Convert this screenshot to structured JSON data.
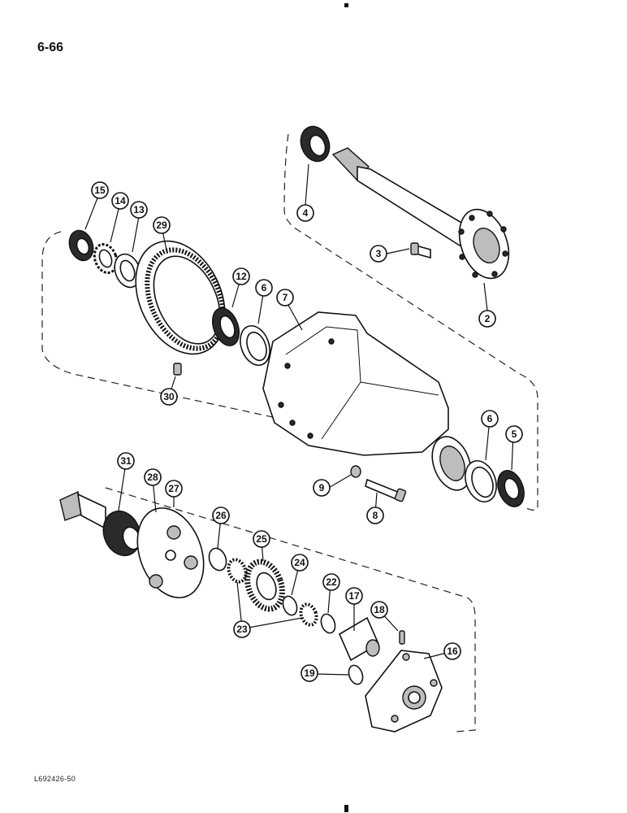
{
  "page": {
    "number": "6-66",
    "figure_code": "L692426-50"
  },
  "callouts": [
    "2",
    "3",
    "4",
    "5",
    "6",
    "6",
    "7",
    "8",
    "9",
    "12",
    "13",
    "14",
    "15",
    "16",
    "17",
    "18",
    "19",
    "22",
    "23",
    "24",
    "25",
    "26",
    "27",
    "28",
    "29",
    "30",
    "31"
  ],
  "colors": {
    "ink": "#111111",
    "paper": "#ffffff"
  }
}
